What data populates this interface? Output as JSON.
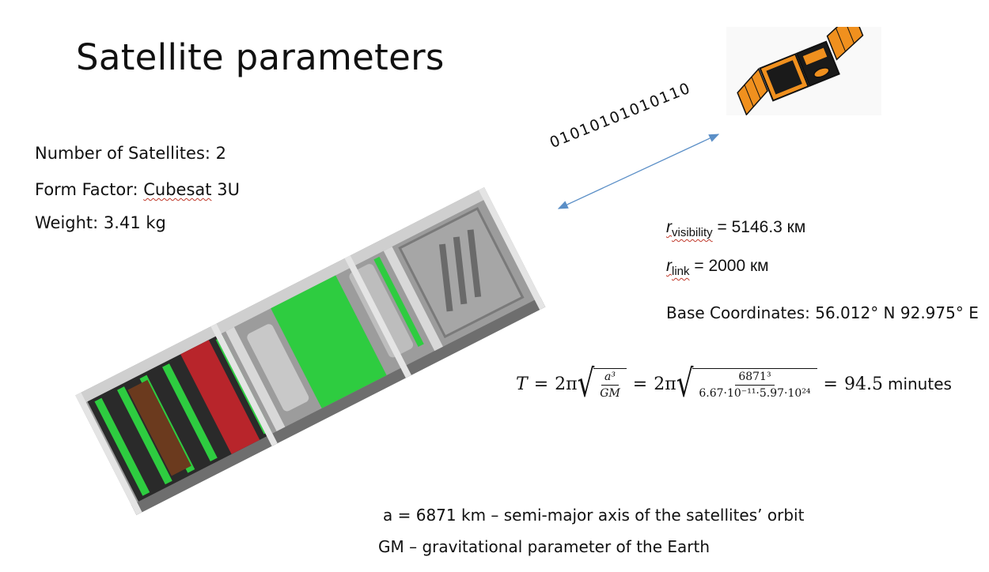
{
  "slide": {
    "title": "Satellite parameters",
    "specs": {
      "number_label": "Number of Satellites: ",
      "number_value": "2",
      "form_label": "Form Factor: ",
      "form_value_a": "Cubesat",
      "form_value_b": " 3U",
      "weight_label": "Weight: ",
      "weight_value": "3.41 kg"
    },
    "binary_stream": "01010101010110",
    "radii": {
      "visibility_symbol": "r",
      "visibility_sub": "visibility",
      "visibility_value": " = 5146.3 км",
      "link_symbol": "r",
      "link_sub": "link",
      "link_value": " = 2000 км"
    },
    "base_coordinates": "Base Coordinates: 56.012° N 92.975° E",
    "formula": {
      "lhs": "T",
      "eq": "=",
      "two_pi": "2π",
      "frac1_num": "a³",
      "frac1_den": "GM",
      "frac2_num": "6871³",
      "frac2_den": "6.67·10⁻¹¹·5.97·10²⁴",
      "result": "94.5",
      "unit": "minutes"
    },
    "notes": {
      "a": "a = 6871 km – semi-major axis of the satellites’ orbit",
      "gm": "GM – gravitational parameter of the Earth"
    },
    "colors": {
      "pcb_green": "#2ecc40",
      "panel_red": "#b8252b",
      "satellite_orange": "#f0901e",
      "arrow_blue": "#5b8fc7"
    }
  }
}
